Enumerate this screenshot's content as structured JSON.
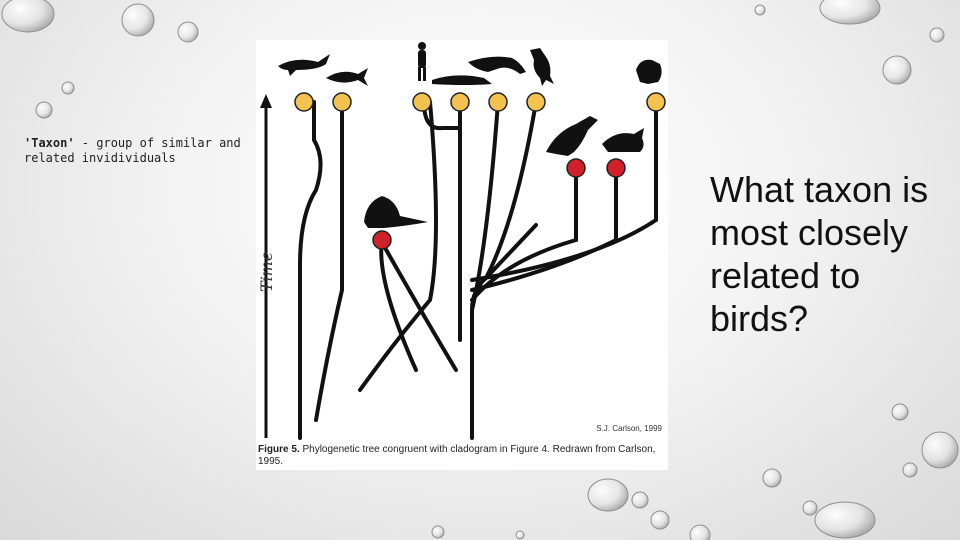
{
  "note": {
    "term": "'Taxon'",
    "definition": " - group of similar and related invidividuals"
  },
  "figure": {
    "axis_label": "Time",
    "credit": "S.J. Carlson, 1999",
    "caption_label": "Figure 5.",
    "caption_text": "  Phylogenetic tree congruent with cladogram in Figure 4. Redrawn from Carlson, 1995.",
    "node_colors": {
      "living": "#f2c14e",
      "extinct": "#d0202a"
    },
    "taxa_living": [
      "shark",
      "tuna",
      "human",
      "crocodile-like",
      "crocodile",
      "bird",
      "frog"
    ],
    "taxa_extinct": [
      "dimetrodon",
      "dinosaur",
      "triceratops"
    ]
  },
  "question": {
    "text": "What taxon is most closely related to birds?"
  },
  "colors": {
    "background": "#f0f0f0",
    "text": "#111111",
    "branch": "#111111"
  }
}
